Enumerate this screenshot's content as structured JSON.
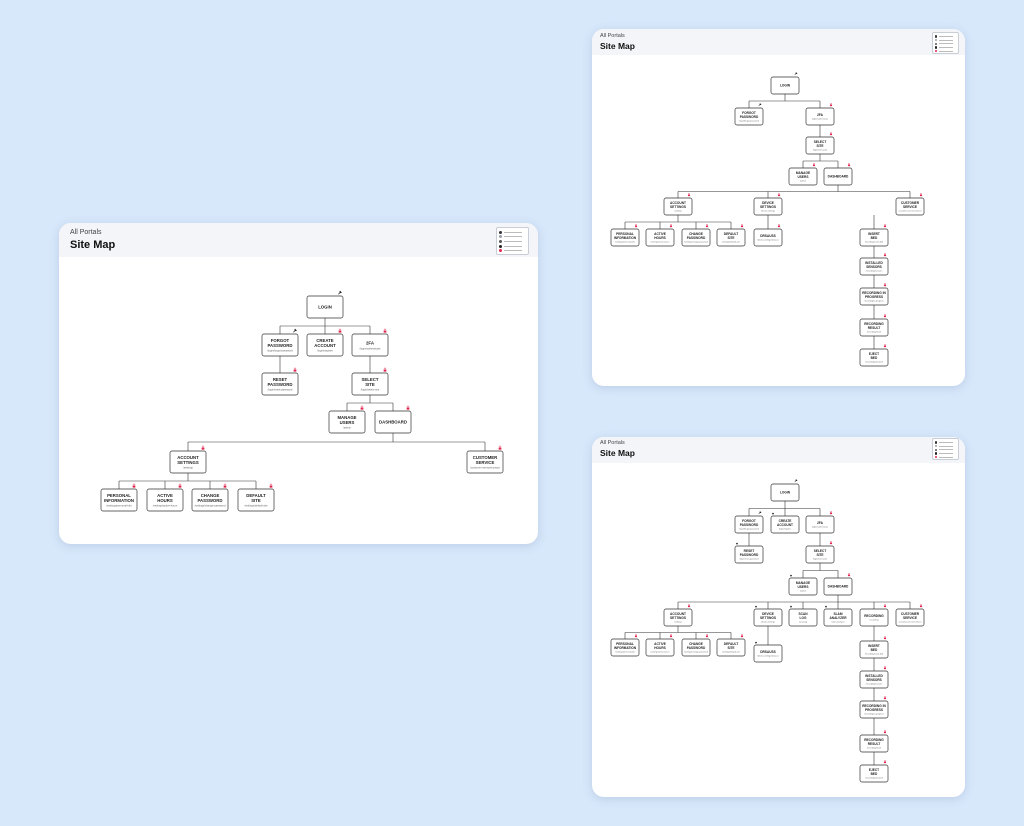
{
  "legend_items": [
    {
      "icon": "dot-black-icon",
      "color": "#333333"
    },
    {
      "icon": "dot-gray-icon",
      "color": "#9aa0a6"
    },
    {
      "icon": "dot-dark-icon",
      "color": "#555555"
    },
    {
      "icon": "pin-icon",
      "color": "#222222"
    },
    {
      "icon": "lock-icon",
      "color": "#e0264f"
    }
  ],
  "colors": {
    "background": "#d8e8fb",
    "lock": "#e0264f",
    "pin": "#222222",
    "line": "#333333"
  },
  "boards": [
    {
      "crumb": "All Portals",
      "title": "Site Map",
      "nodes": [
        {
          "id": "login",
          "label": "LOGIN",
          "sub": "",
          "icon": "pin"
        },
        {
          "id": "forgot",
          "label": "FORGOT\nPASSWORD",
          "sub": "/login/forgot-password",
          "icon": "pin"
        },
        {
          "id": "create",
          "label": "CREATE\nACCOUNT",
          "sub": "/login/register",
          "icon": "lock"
        },
        {
          "id": "twofa",
          "label": "2FA",
          "sub": "/login/authenticate",
          "icon": "lock"
        },
        {
          "id": "reset",
          "label": "RESET\nPASSWORD",
          "sub": "/login/reset-password",
          "icon": "lock"
        },
        {
          "id": "select",
          "label": "SELECT\nSITE",
          "sub": "/login/select-site",
          "icon": "lock"
        },
        {
          "id": "manage",
          "label": "MANAGE\nUSERS",
          "sub": "/admin",
          "icon": "lock"
        },
        {
          "id": "dash",
          "label": "DASHBOARD",
          "sub": "",
          "icon": "lock"
        },
        {
          "id": "acct",
          "label": "ACCOUNT\nSETTINGS",
          "sub": "/settings",
          "icon": "lock"
        },
        {
          "id": "cs",
          "label": "CUSTOMER\nSERVICE",
          "sub": "/customer-service/contact",
          "icon": "lock"
        },
        {
          "id": "pi",
          "label": "PERSONAL\nINFORMATION",
          "sub": "/settings/personal-info",
          "icon": "lock"
        },
        {
          "id": "ah",
          "label": "ACTIVE\nHOURS",
          "sub": "/settings/active-hours",
          "icon": "lock"
        },
        {
          "id": "cp",
          "label": "CHANGE\nPASSWORD",
          "sub": "/settings/change-password",
          "icon": "lock"
        },
        {
          "id": "ds",
          "label": "DEFAULT\nSITE",
          "sub": "/settings/default-site",
          "icon": "lock"
        }
      ]
    },
    {
      "crumb": "All Portals",
      "title": "Site Map",
      "nodes": [
        {
          "id": "login",
          "label": "LOGIN",
          "sub": "",
          "icon": "pin"
        },
        {
          "id": "forgot",
          "label": "FORGOT\nPASSWORD",
          "sub": "/login/forgot-password",
          "icon": "pin"
        },
        {
          "id": "twofa",
          "label": "2FA",
          "sub": "/login/authenticate",
          "icon": "lock"
        },
        {
          "id": "select",
          "label": "SELECT\nSITE",
          "sub": "/login/select-site",
          "icon": "lock"
        },
        {
          "id": "manage",
          "label": "MANAGE\nUSERS",
          "sub": "/admin",
          "icon": "lock"
        },
        {
          "id": "dash",
          "label": "DASHBOARD",
          "sub": "",
          "icon": "lock"
        },
        {
          "id": "acct",
          "label": "ACCOUNT\nSETTINGS",
          "sub": "/settings",
          "icon": "lock"
        },
        {
          "id": "dev",
          "label": "DEVICE\nSETTINGS",
          "sub": "/device-settings",
          "icon": "lock"
        },
        {
          "id": "cs",
          "label": "CUSTOMER\nSERVICE",
          "sub": "/customer-service/contact",
          "icon": "lock"
        },
        {
          "id": "pi",
          "label": "PERSONAL\nINFORMATION",
          "sub": "/settings/personal-info",
          "icon": "lock"
        },
        {
          "id": "ah",
          "label": "ACTIVE\nHOURS",
          "sub": "/settings/active-hours",
          "icon": "lock"
        },
        {
          "id": "cp",
          "label": "CHANGE\nPASSWORD",
          "sub": "/settings/change-password",
          "icon": "lock"
        },
        {
          "id": "ds",
          "label": "DEFAULT\nSITE",
          "sub": "/settings/default-site",
          "icon": "lock"
        },
        {
          "id": "dr",
          "label": "DRSAUSS",
          "sub": "/device-settings/drsauss",
          "icon": "lock"
        },
        {
          "id": "insert",
          "label": "INSERT\nBED",
          "sub": "/recording/insert-bed",
          "icon": "lock"
        },
        {
          "id": "install",
          "label": "INSTALLED\nSENSORS",
          "sub": "/recording/sensors",
          "icon": "lock"
        },
        {
          "id": "recprog",
          "label": "RECORDING IN\nPROGRESS",
          "sub": "/recording/in-progress",
          "icon": "lock"
        },
        {
          "id": "recres",
          "label": "RECORDING\nRESULT",
          "sub": "/recording/result",
          "icon": "lock"
        },
        {
          "id": "eject",
          "label": "EJECT\nBED",
          "sub": "/recording/eject-bed",
          "icon": "lock"
        }
      ]
    },
    {
      "crumb": "All Portals",
      "title": "Site Map",
      "nodes": [
        {
          "id": "login",
          "label": "LOGIN",
          "sub": "",
          "icon": "pin"
        },
        {
          "id": "forgot",
          "label": "FORGOT\nPASSWORD",
          "sub": "/login/forgot-password",
          "icon": "pin"
        },
        {
          "id": "create",
          "label": "CREATE\nACCOUNT",
          "sub": "/login/register",
          "icon": "dot"
        },
        {
          "id": "twofa",
          "label": "2FA",
          "sub": "/login/authenticate",
          "icon": "lock"
        },
        {
          "id": "reset",
          "label": "RESET\nPASSWORD",
          "sub": "/login/reset-password",
          "icon": "dot"
        },
        {
          "id": "select",
          "label": "SELECT\nSITE",
          "sub": "/login/select-site",
          "icon": "lock"
        },
        {
          "id": "manage",
          "label": "MANAGE\nUSERS",
          "sub": "/admin",
          "icon": "dot"
        },
        {
          "id": "dash",
          "label": "DASHBOARD",
          "sub": "",
          "icon": "lock"
        },
        {
          "id": "acct",
          "label": "ACCOUNT\nSETTINGS",
          "sub": "/settings",
          "icon": "lock"
        },
        {
          "id": "dev",
          "label": "DEVICE\nSETTINGS",
          "sub": "/device-settings",
          "icon": "dot"
        },
        {
          "id": "scan",
          "label": "SCAN\nLOG",
          "sub": "/scan-log",
          "icon": "dot"
        },
        {
          "id": "slam",
          "label": "SLAM\nANALYZER",
          "sub": "/slam-analyzer",
          "icon": "dot"
        },
        {
          "id": "rec",
          "label": "RECORDING",
          "sub": "/recording",
          "icon": "lock"
        },
        {
          "id": "cs",
          "label": "CUSTOMER\nSERVICE",
          "sub": "/customer-service/contact",
          "icon": "lock"
        },
        {
          "id": "pi",
          "label": "PERSONAL\nINFORMATION",
          "sub": "/settings/personal-info",
          "icon": "lock"
        },
        {
          "id": "ah",
          "label": "ACTIVE\nHOURS",
          "sub": "/settings/active-hours",
          "icon": "lock"
        },
        {
          "id": "cp",
          "label": "CHANGE\nPASSWORD",
          "sub": "/settings/change-password",
          "icon": "lock"
        },
        {
          "id": "ds",
          "label": "DEFAULT\nSITE",
          "sub": "/settings/default-site",
          "icon": "lock"
        },
        {
          "id": "dr",
          "label": "DRSAUSS",
          "sub": "/device-settings/drsauss",
          "icon": "dot"
        },
        {
          "id": "insert",
          "label": "INSERT\nBED",
          "sub": "/recording/insert-bed",
          "icon": "lock"
        },
        {
          "id": "install",
          "label": "INSTALLED\nSENSORS",
          "sub": "/recording/sensors",
          "icon": "lock"
        },
        {
          "id": "recprog",
          "label": "RECORDING IN\nPROGRESS",
          "sub": "/recording/in-progress",
          "icon": "lock"
        },
        {
          "id": "recres",
          "label": "RECORDING\nRESULT",
          "sub": "/recording/result",
          "icon": "lock"
        },
        {
          "id": "eject",
          "label": "EJECT\nBED",
          "sub": "/recording/eject-bed",
          "icon": "lock"
        }
      ]
    }
  ]
}
